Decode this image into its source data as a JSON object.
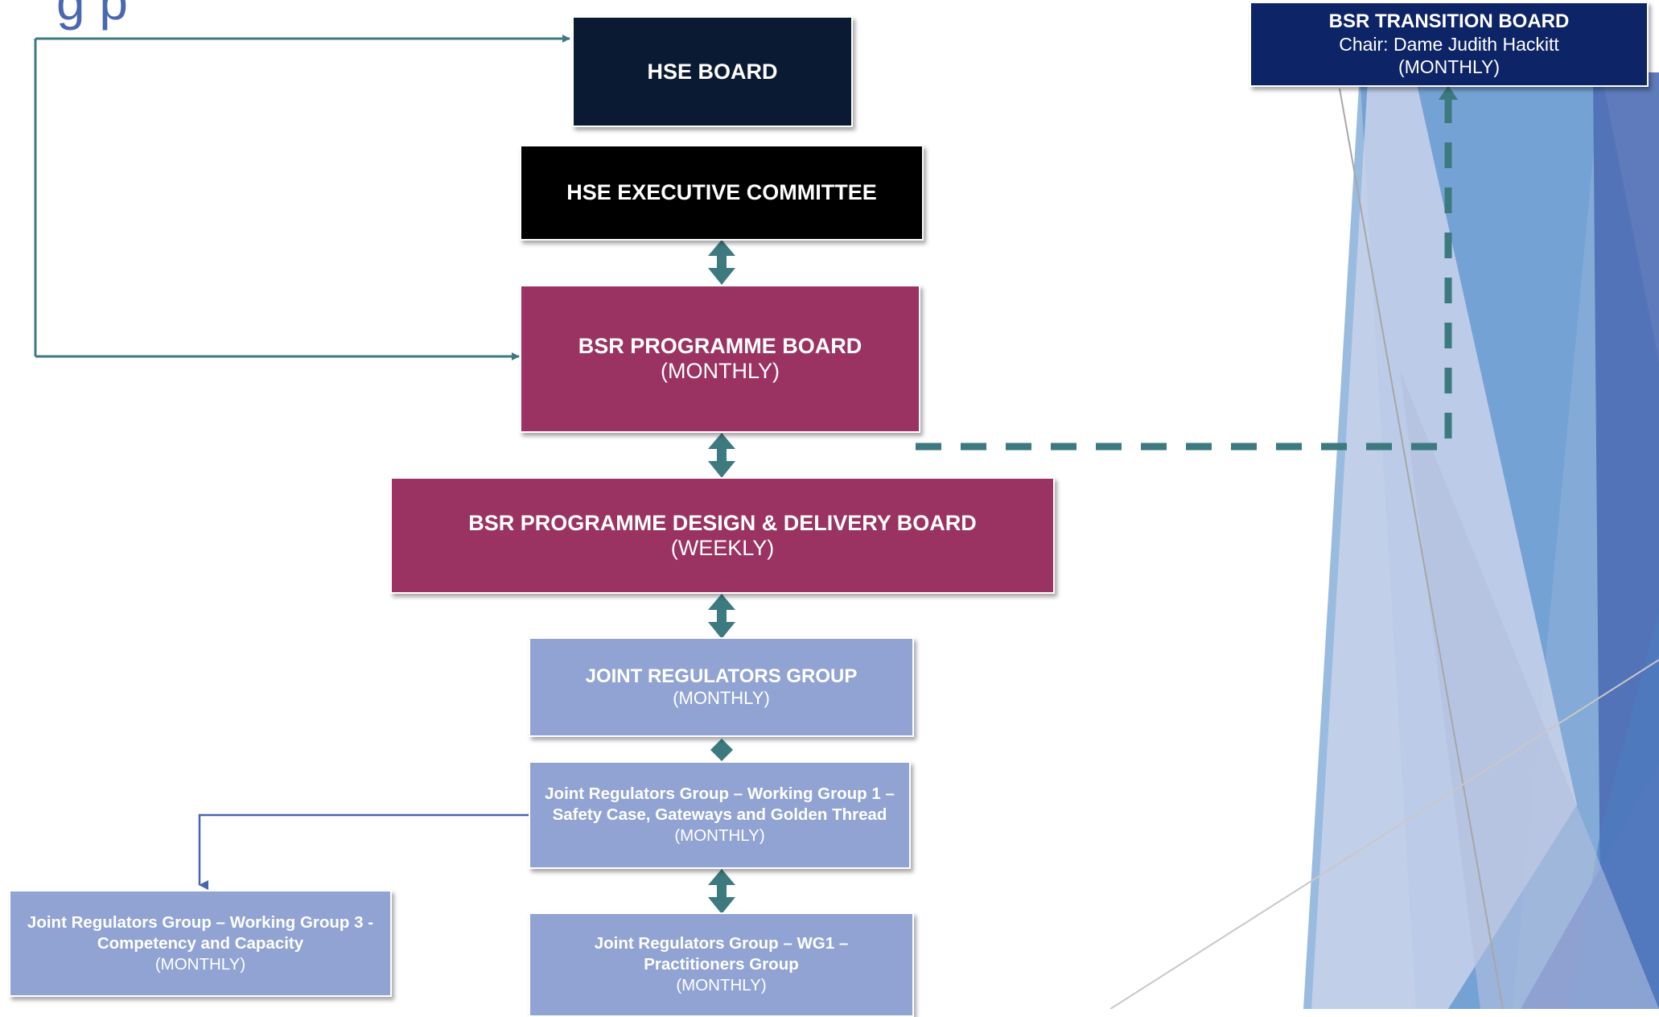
{
  "header": {
    "title_fragment": "g         p"
  },
  "boxes": {
    "hse_board": {
      "title": "HSE BOARD"
    },
    "hse_exec": {
      "title": "HSE EXECUTIVE COMMITTEE"
    },
    "prog_board": {
      "title": "BSR PROGRAMME BOARD",
      "freq": "(MONTHLY)"
    },
    "pdd_board": {
      "title": "BSR PROGRAMME DESIGN & DELIVERY BOARD",
      "freq": "(WEEKLY)"
    },
    "jrg": {
      "title": "JOINT REGULATORS GROUP",
      "freq": "(MONTHLY)"
    },
    "wg1": {
      "title": "Joint Regulators Group – Working Group 1 – Safety Case, Gateways and Golden Thread",
      "freq": "(MONTHLY)"
    },
    "wg3": {
      "title": "Joint Regulators Group – Working Group 3  - Competency and Capacity",
      "freq": "(MONTHLY)"
    },
    "wg1_pract": {
      "title": "Joint Regulators Group – WG1 – Practitioners Group",
      "freq": "(MONTHLY)"
    },
    "transition": {
      "title": "BSR TRANSITION BOARD",
      "chair": "Chair: Dame Judith Hackitt",
      "freq": "(MONTHLY)"
    }
  },
  "colors": {
    "navy": "#0b1a33",
    "maroon": "#9a3262",
    "lavender": "#90a3d3",
    "transition_blue": "#0d2466",
    "connector_teal": "#3d7a80",
    "connector_blue": "#4a64b0"
  }
}
